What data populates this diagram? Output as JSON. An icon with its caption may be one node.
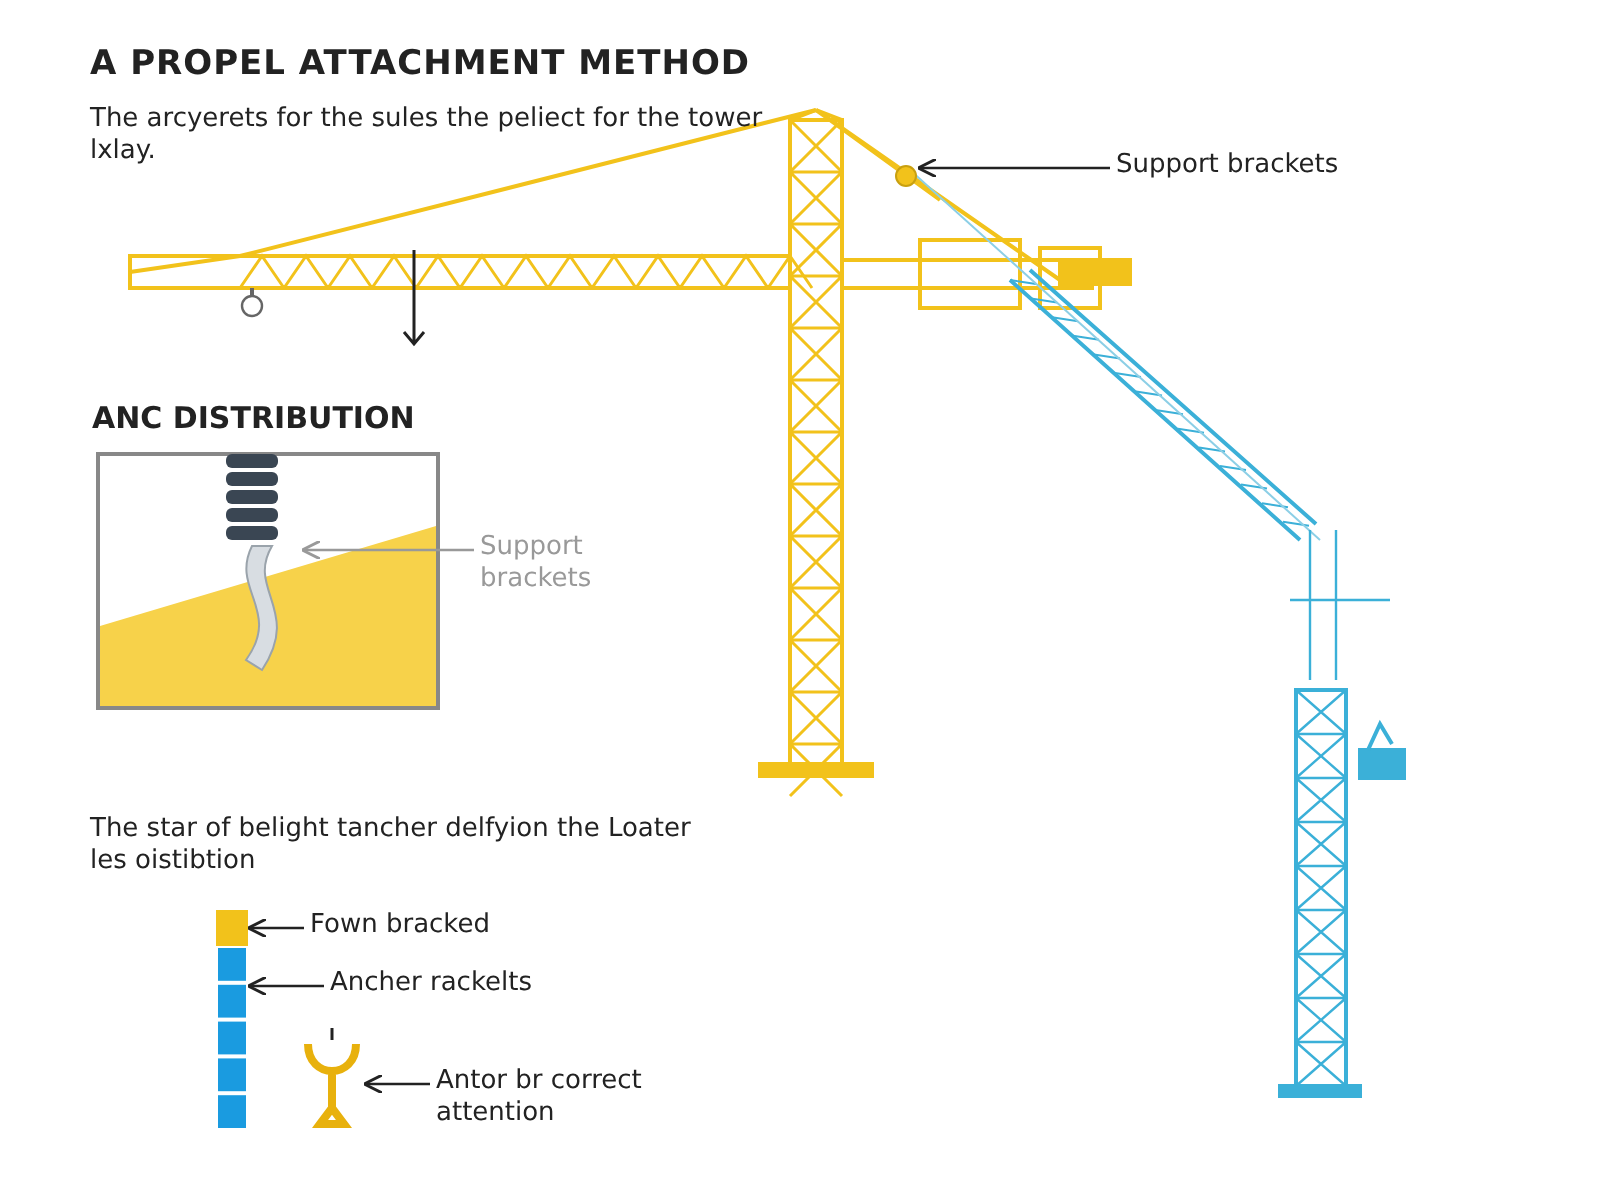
{
  "diagram": {
    "title": "A PROPEL ATTACHMENT METHOD",
    "nodes": [
      {
        "text": [
          "Support brackets"
        ]
      },
      {
        "text": [],
        "shape": "circle"
      },
      {
        "text": [
          "ANC DISTRIBUTION"
        ]
      },
      {
        "text": [],
        "shape": "picture",
        "in": 2
      },
      {
        "text": [
          "Support brackets"
        ]
      },
      {
        "text": [],
        "shape": "box"
      },
      {
        "text": [],
        "shape": "box"
      },
      {
        "text": [
          "Fown bracked"
        ]
      },
      {
        "text": [
          "Ancher rackelts"
        ]
      },
      {
        "text": [],
        "shape": "picture"
      },
      {
        "text": [
          "Antor br correct attention"
        ]
      }
    ],
    "edges": [
      {
        "from": 0,
        "to": 1,
        "arrow": "to"
      },
      {
        "from": 4,
        "to": 3,
        "arrow": "to",
        "color": "#999999"
      },
      {
        "from": 7,
        "to": 5,
        "arrow": "to"
      },
      {
        "from": 8,
        "to": 6,
        "arrow": "to"
      },
      {
        "from": 10,
        "to": 9,
        "arrow": "to"
      }
    ],
    "labels": [
      "The arcyerets for the sules the peliect for the tower lxlay.",
      "The star of belight tancher delfyion the Loater les oistibtion"
    ]
  }
}
